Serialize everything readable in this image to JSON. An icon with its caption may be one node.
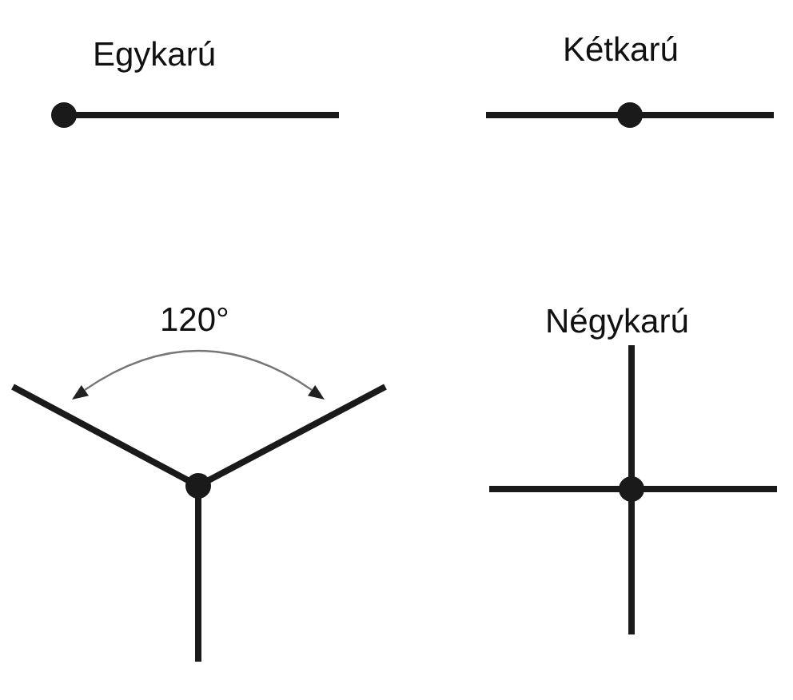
{
  "diagram": {
    "labels": [
      "Egykarú",
      "Kétkarú",
      "120°",
      "Négykarú"
    ]
  }
}
